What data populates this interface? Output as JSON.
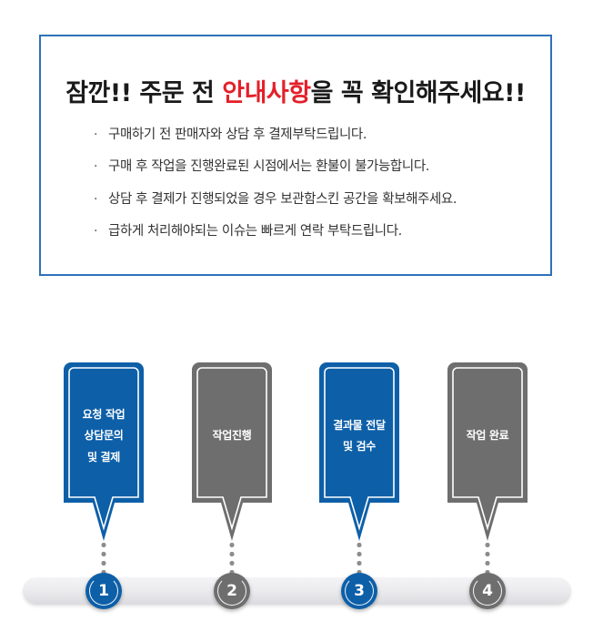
{
  "notice": {
    "title_prefix": "잠깐!! 주문 전 ",
    "title_highlight": "안내사항",
    "title_suffix": "을 꼭 확인해주세요!!",
    "bullet_marker": "·",
    "items": [
      "구매하기 전 판매자와 상담 후 결제부탁드립니다.",
      "구매 후 작업을 진행완료된 시점에서는 환불이 불가능합니다.",
      "상담 후 결제가 진행되었을 경우 보관함스킨 공간을 확보해주세요.",
      "급하게 처리해야되는 이슈는 빠르게 연락 부탁드립니다."
    ]
  },
  "flow": {
    "steps": [
      {
        "number": "1",
        "lines": [
          "요청 작업",
          "상담문의",
          "및 결제"
        ],
        "color": "#0D5FA8",
        "state": "active"
      },
      {
        "number": "2",
        "lines": [
          "작업진행"
        ],
        "color": "#6E6E6E",
        "state": "inactive"
      },
      {
        "number": "3",
        "lines": [
          "결과물 전달",
          "및 검수"
        ],
        "color": "#0D5FA8",
        "state": "active"
      },
      {
        "number": "4",
        "lines": [
          "작업 완료"
        ],
        "color": "#6E6E6E",
        "state": "inactive"
      }
    ]
  },
  "colors": {
    "accent_blue": "#0D5FA8",
    "neutral_gray": "#6E6E6E",
    "highlight_red": "#E4202A",
    "box_border": "#2E72B8",
    "rail": "#ECECEE",
    "background": "#FFFFFF"
  }
}
